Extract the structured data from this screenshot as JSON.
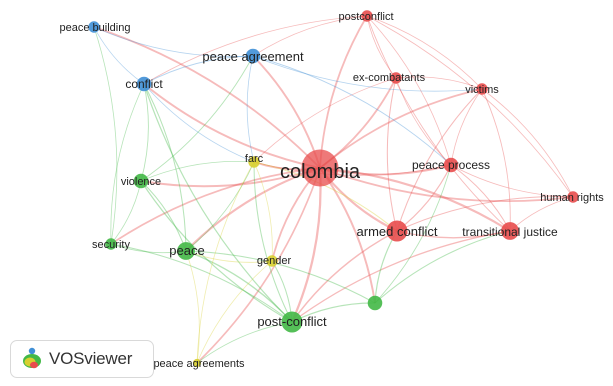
{
  "app": {
    "brand": "VOSviewer"
  },
  "colors": {
    "red": "#e84c4c",
    "blue": "#3f8fd6",
    "green": "#43b846",
    "yellow": "#d8cf2f"
  },
  "chart_data": {
    "type": "network",
    "clusters": [
      {
        "id": 1,
        "color": "red"
      },
      {
        "id": 2,
        "color": "green"
      },
      {
        "id": 3,
        "color": "blue"
      },
      {
        "id": 4,
        "color": "yellow"
      }
    ],
    "nodes": [
      {
        "id": "colombia",
        "label": "colombia",
        "cluster": 1,
        "weight": 10
      },
      {
        "id": "armed-conflict",
        "label": "armed conflict",
        "cluster": 1,
        "weight": 5
      },
      {
        "id": "transitional-justice",
        "label": "transitional justice",
        "cluster": 1,
        "weight": 4
      },
      {
        "id": "peace-process",
        "label": "peace process",
        "cluster": 1,
        "weight": 3
      },
      {
        "id": "postconflict",
        "label": "postconflict",
        "cluster": 1,
        "weight": 2
      },
      {
        "id": "ex-combatants",
        "label": "ex-combatants",
        "cluster": 1,
        "weight": 2
      },
      {
        "id": "victims",
        "label": "victims",
        "cluster": 1,
        "weight": 2
      },
      {
        "id": "human-rights",
        "label": "human rights",
        "cluster": 1,
        "weight": 2
      },
      {
        "id": "post-conflict",
        "label": "post-conflict",
        "cluster": 2,
        "weight": 5
      },
      {
        "id": "peace",
        "label": "peace",
        "cluster": 2,
        "weight": 4
      },
      {
        "id": "violence",
        "label": "violence",
        "cluster": 2,
        "weight": 3
      },
      {
        "id": "security",
        "label": "security",
        "cluster": 2,
        "weight": 2
      },
      {
        "id": "green-unlabeled",
        "label": "",
        "cluster": 2,
        "weight": 3
      },
      {
        "id": "peace-agreement",
        "label": "peace agreement",
        "cluster": 3,
        "weight": 3
      },
      {
        "id": "conflict",
        "label": "conflict",
        "cluster": 3,
        "weight": 3
      },
      {
        "id": "peace-building",
        "label": "peace building",
        "cluster": 3,
        "weight": 2
      },
      {
        "id": "farc",
        "label": "farc",
        "cluster": 4,
        "weight": 2
      },
      {
        "id": "gender",
        "label": "gender",
        "cluster": 4,
        "weight": 2
      },
      {
        "id": "peace-agreements",
        "label": "peace agreements",
        "cluster": 4,
        "weight": 1
      }
    ],
    "links": [
      [
        "colombia",
        "armed-conflict"
      ],
      [
        "colombia",
        "transitional-justice"
      ],
      [
        "colombia",
        "peace-process"
      ],
      [
        "colombia",
        "postconflict"
      ],
      [
        "colombia",
        "ex-combatants"
      ],
      [
        "colombia",
        "victims"
      ],
      [
        "colombia",
        "human-rights"
      ],
      [
        "colombia",
        "post-conflict"
      ],
      [
        "colombia",
        "peace"
      ],
      [
        "colombia",
        "violence"
      ],
      [
        "colombia",
        "security"
      ],
      [
        "colombia",
        "green-unlabeled"
      ],
      [
        "colombia",
        "peace-agreement"
      ],
      [
        "colombia",
        "conflict"
      ],
      [
        "colombia",
        "peace-building"
      ],
      [
        "colombia",
        "farc"
      ],
      [
        "colombia",
        "gender"
      ],
      [
        "colombia",
        "peace-agreements"
      ],
      [
        "armed-conflict",
        "transitional-justice"
      ],
      [
        "armed-conflict",
        "victims"
      ],
      [
        "armed-conflict",
        "peace-process"
      ],
      [
        "armed-conflict",
        "human-rights"
      ],
      [
        "armed-conflict",
        "post-conflict"
      ],
      [
        "armed-conflict",
        "ex-combatants"
      ],
      [
        "transitional-justice",
        "victims"
      ],
      [
        "transitional-justice",
        "human-rights"
      ],
      [
        "transitional-justice",
        "peace-process"
      ],
      [
        "transitional-justice",
        "postconflict"
      ],
      [
        "transitional-justice",
        "post-conflict"
      ],
      [
        "peace-process",
        "victims"
      ],
      [
        "peace-process",
        "human-rights"
      ],
      [
        "peace-process",
        "ex-combatants"
      ],
      [
        "peace-process",
        "postconflict"
      ],
      [
        "peace-process",
        "farc"
      ],
      [
        "postconflict",
        "ex-combatants"
      ],
      [
        "postconflict",
        "victims"
      ],
      [
        "postconflict",
        "peace-agreement"
      ],
      [
        "postconflict",
        "human-rights"
      ],
      [
        "postconflict",
        "conflict"
      ],
      [
        "ex-combatants",
        "victims"
      ],
      [
        "ex-combatants",
        "farc"
      ],
      [
        "victims",
        "human-rights"
      ],
      [
        "post-conflict",
        "peace"
      ],
      [
        "post-conflict",
        "violence"
      ],
      [
        "post-conflict",
        "security"
      ],
      [
        "post-conflict",
        "green-unlabeled"
      ],
      [
        "post-conflict",
        "gender"
      ],
      [
        "post-conflict",
        "farc"
      ],
      [
        "post-conflict",
        "peace-agreements"
      ],
      [
        "post-conflict",
        "conflict"
      ],
      [
        "peace",
        "violence"
      ],
      [
        "peace",
        "security"
      ],
      [
        "peace",
        "conflict"
      ],
      [
        "peace",
        "green-unlabeled"
      ],
      [
        "peace",
        "farc"
      ],
      [
        "violence",
        "security"
      ],
      [
        "violence",
        "conflict"
      ],
      [
        "violence",
        "farc"
      ],
      [
        "violence",
        "peace-agreement"
      ],
      [
        "security",
        "conflict"
      ],
      [
        "security",
        "peace-building"
      ],
      [
        "green-unlabeled",
        "armed-conflict"
      ],
      [
        "green-unlabeled",
        "peace-process"
      ],
      [
        "green-unlabeled",
        "transitional-justice"
      ],
      [
        "peace-agreement",
        "conflict"
      ],
      [
        "peace-agreement",
        "peace-building"
      ],
      [
        "peace-agreement",
        "farc"
      ],
      [
        "peace-agreement",
        "peace-process"
      ],
      [
        "peace-agreement",
        "victims"
      ],
      [
        "conflict",
        "peace-building"
      ],
      [
        "conflict",
        "farc"
      ],
      [
        "farc",
        "gender"
      ],
      [
        "farc",
        "peace-agreements"
      ],
      [
        "farc",
        "armed-conflict"
      ],
      [
        "gender",
        "peace-agreements"
      ],
      [
        "gender",
        "peace"
      ],
      [
        "peace-agreements",
        "peace"
      ]
    ]
  }
}
